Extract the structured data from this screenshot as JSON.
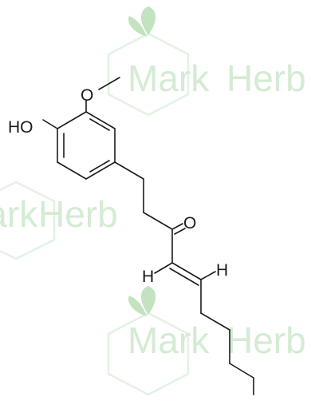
{
  "watermark": {
    "brand": "MarkHerb",
    "part_mark": "Mark",
    "part_herb": "Herb",
    "color_light": "#d4ebd4",
    "color_accent": "#c2e2c0"
  },
  "molecule": {
    "atom_labels": {
      "hydroxyl": "HO",
      "methoxy_oxygen": "O",
      "carbonyl_oxygen": "O",
      "alkene_h_left": "H",
      "alkene_h_right": "H"
    },
    "bond_color": "#1a1a1a"
  }
}
